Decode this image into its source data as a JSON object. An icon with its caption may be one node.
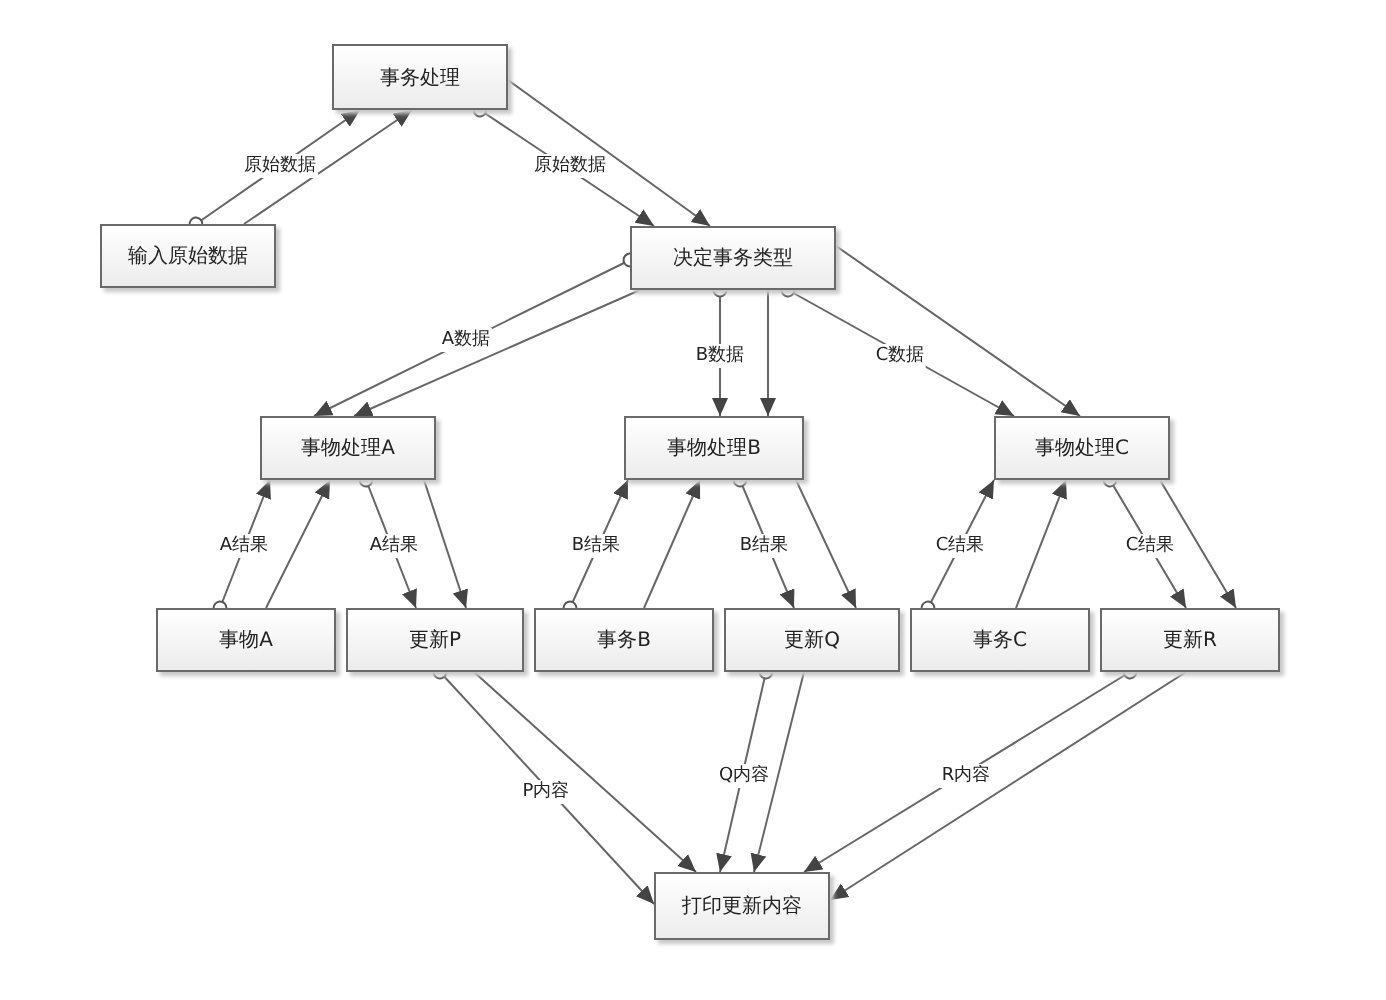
{
  "diagram": {
    "nodes": [
      {
        "text": [
          "事务处理"
        ]
      },
      {
        "text": [
          "输入原始数据"
        ]
      },
      {
        "text": [
          "决定事务类型"
        ]
      },
      {
        "text": [
          "事物处理A"
        ]
      },
      {
        "text": [
          "事物处理B"
        ]
      },
      {
        "text": [
          "事物处理C"
        ]
      },
      {
        "text": [
          "事物A"
        ]
      },
      {
        "text": [
          "更新P"
        ]
      },
      {
        "text": [
          "事务B"
        ]
      },
      {
        "text": [
          "更新Q"
        ]
      },
      {
        "text": [
          "事务C"
        ]
      },
      {
        "text": [
          "更新R"
        ]
      },
      {
        "text": [
          "打印更新内容"
        ]
      }
    ],
    "edges": [
      {
        "from": 1,
        "to": 0,
        "arrow": "to",
        "label": "原始数据"
      },
      {
        "from": 1,
        "to": 0,
        "arrow": "to"
      },
      {
        "from": 0,
        "to": 2,
        "arrow": "to",
        "label": "原始数据"
      },
      {
        "from": 0,
        "to": 2,
        "arrow": "to"
      },
      {
        "from": 2,
        "to": 3,
        "arrow": "to",
        "label": "A数据"
      },
      {
        "from": 2,
        "to": 3,
        "arrow": "to"
      },
      {
        "from": 2,
        "to": 4,
        "arrow": "to",
        "label": "B数据"
      },
      {
        "from": 2,
        "to": 4,
        "arrow": "to"
      },
      {
        "from": 2,
        "to": 5,
        "arrow": "to",
        "label": "C数据"
      },
      {
        "from": 2,
        "to": 5,
        "arrow": "to"
      },
      {
        "from": 6,
        "to": 3,
        "arrow": "to",
        "label": "A结果"
      },
      {
        "from": 6,
        "to": 3,
        "arrow": "to"
      },
      {
        "from": 3,
        "to": 7,
        "arrow": "to",
        "label": "A结果"
      },
      {
        "from": 3,
        "to": 7,
        "arrow": "to"
      },
      {
        "from": 8,
        "to": 4,
        "arrow": "to",
        "label": "B结果"
      },
      {
        "from": 8,
        "to": 4,
        "arrow": "to"
      },
      {
        "from": 4,
        "to": 9,
        "arrow": "to",
        "label": "B结果"
      },
      {
        "from": 4,
        "to": 9,
        "arrow": "to"
      },
      {
        "from": 10,
        "to": 5,
        "arrow": "to",
        "label": "C结果"
      },
      {
        "from": 10,
        "to": 5,
        "arrow": "to"
      },
      {
        "from": 5,
        "to": 11,
        "arrow": "to",
        "label": "C结果"
      },
      {
        "from": 5,
        "to": 11,
        "arrow": "to"
      },
      {
        "from": 7,
        "to": 12,
        "arrow": "to",
        "label": "P内容"
      },
      {
        "from": 7,
        "to": 12,
        "arrow": "to"
      },
      {
        "from": 9,
        "to": 12,
        "arrow": "to",
        "label": "Q内容"
      },
      {
        "from": 9,
        "to": 12,
        "arrow": "to"
      },
      {
        "from": 11,
        "to": 12,
        "arrow": "to",
        "label": "R内容"
      },
      {
        "from": 11,
        "to": 12,
        "arrow": "to"
      }
    ]
  }
}
